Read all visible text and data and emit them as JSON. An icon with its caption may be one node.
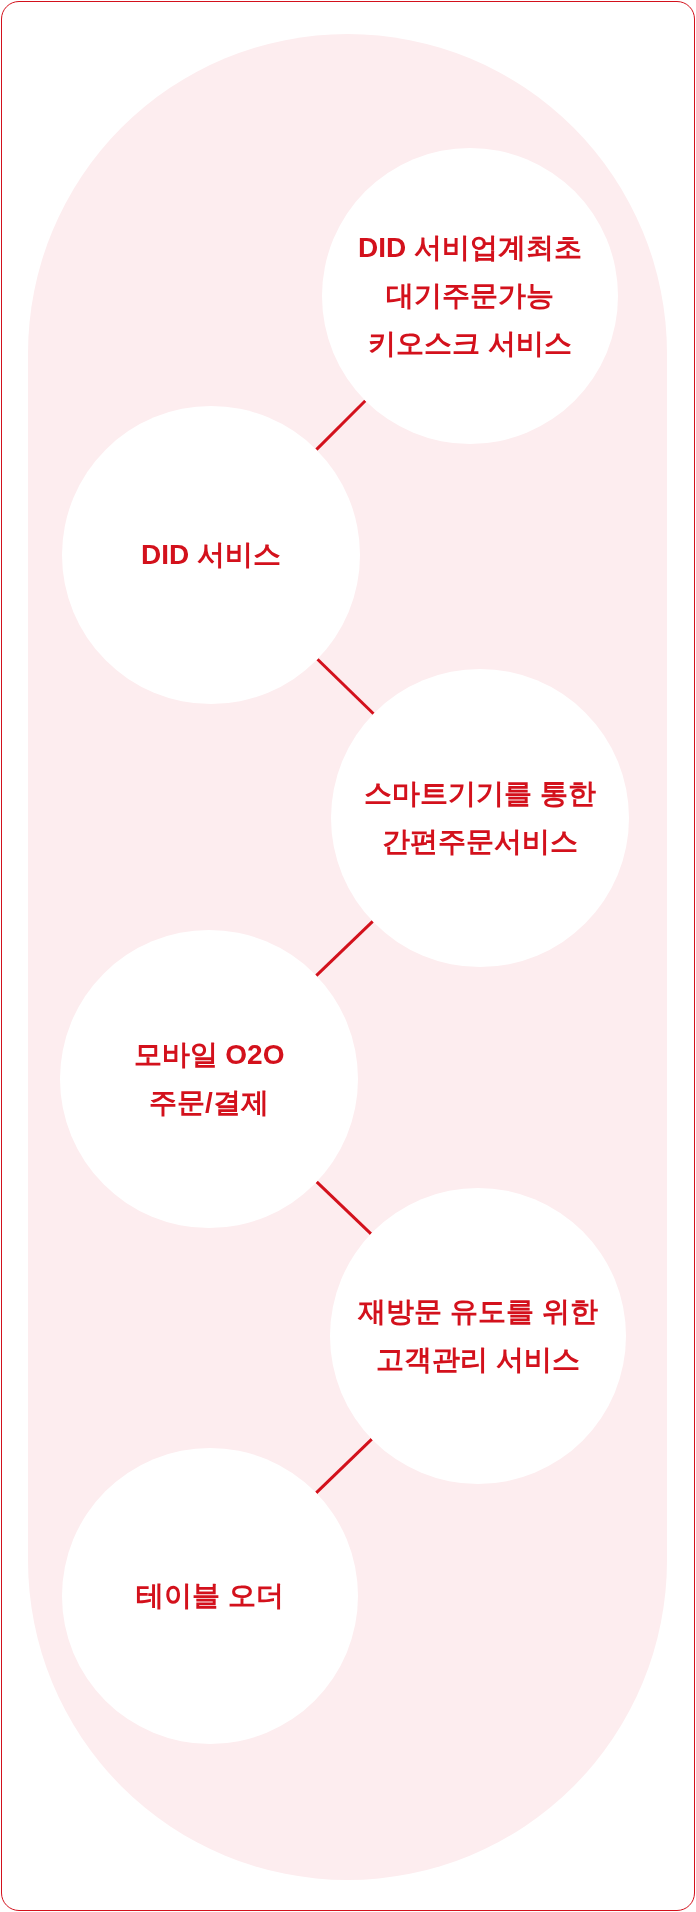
{
  "diagram": {
    "nodes": [
      {
        "text": [
          "DID 서비업계최초 대기주문가능 키오스크 서비스"
        ]
      },
      {
        "text": [
          "DID 서비스"
        ]
      },
      {
        "text": [
          "스마트기기를 통한 간편주문서비스"
        ]
      },
      {
        "text": [
          "모바일 O2O 주문/결제"
        ]
      },
      {
        "text": [
          "재방문 유도를 위한 고객관리 서비스"
        ]
      },
      {
        "text": [
          "테이블 오더"
        ]
      }
    ],
    "edges": [
      {
        "from": 0,
        "to": 1,
        "arrow": "none"
      },
      {
        "from": 1,
        "to": 2,
        "arrow": "none"
      },
      {
        "from": 2,
        "to": 3,
        "arrow": "none"
      },
      {
        "from": 3,
        "to": 4,
        "arrow": "none"
      },
      {
        "from": 4,
        "to": 5,
        "arrow": "none"
      }
    ]
  }
}
